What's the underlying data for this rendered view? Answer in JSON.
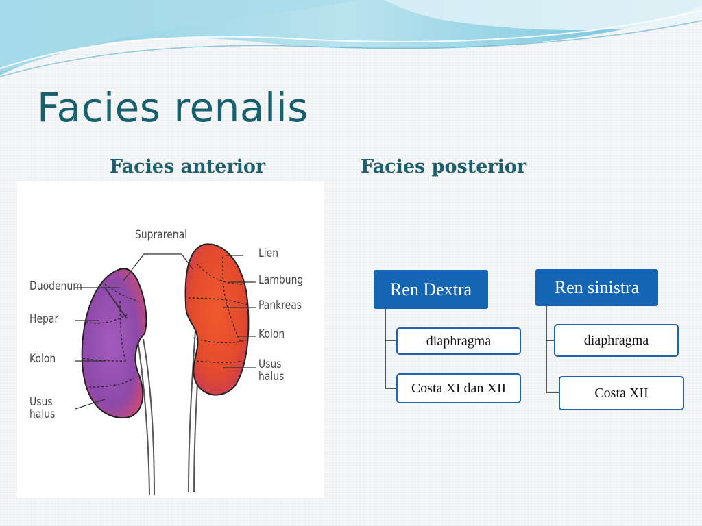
{
  "slide": {
    "title": "Facies renalis",
    "subheadings": {
      "anterior": "Facies anterior",
      "posterior": "Facies posterior"
    }
  },
  "figure": {
    "labels": {
      "suprarenal": "Suprarenal",
      "duodenum": "Duodenum",
      "hepar": "Hepar",
      "kolon_left": "Kolon",
      "usus_halus_left": "Usus\nhalus",
      "lien": "Lien",
      "lambung": "Lambung",
      "pankreas": "Pankreas",
      "kolon_right": "Kolon",
      "usus_halus_right": "Usus\nhalus"
    }
  },
  "posterior_diagram": {
    "ren_dextra": {
      "title": "Ren Dextra",
      "items": [
        "diaphragma",
        "Costa XI dan XII"
      ]
    },
    "ren_sinistra": {
      "title": "Ren sinistra",
      "items": [
        "diaphragma",
        "Costa XII"
      ]
    }
  },
  "colors": {
    "title": "#17606e",
    "box_fill": "#1565b5",
    "box_border": "#1e63b0",
    "kidney_right_fill": "#9a4fb0",
    "kidney_left_fill": "#e8542e"
  }
}
